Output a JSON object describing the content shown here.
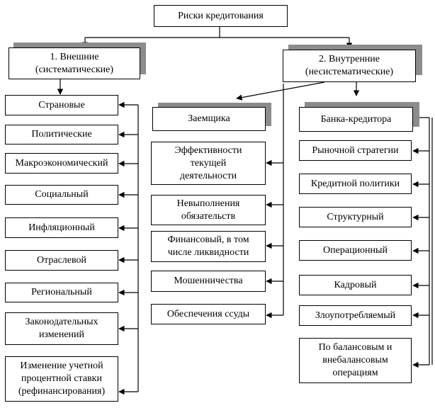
{
  "root": "Риски кредитования",
  "external": {
    "title": "1. Внешние\n(систематические)",
    "items": [
      "Страновые",
      "Политические",
      "Макроэкономический",
      "Социальный",
      "Инфляционный",
      "Отраслевой",
      "Региональный",
      "Законодательных\nизменений",
      "Изменение учетной\nпроцентной ставки\n(рефинансирования)"
    ]
  },
  "internal": {
    "title": "2. Внутренние\n(несистематические)",
    "borrower": {
      "title": "Заемщика",
      "items": [
        "Эффективности\nтекущей\nдеятельности",
        "Невыполнения\nобязательств",
        "Финансовый, в том\nчисле ликвидности",
        "Мошенничества",
        "Обеспечения ссуды"
      ]
    },
    "bank": {
      "title": "Банка-кредитора",
      "items": [
        "Рыночной стратегии",
        "Кредитной политики",
        "Структурный",
        "Операционный",
        "Кадровый",
        "Злоупотребляемый",
        "По балансовым и\nвнебалансовым\nоперациям"
      ]
    }
  }
}
